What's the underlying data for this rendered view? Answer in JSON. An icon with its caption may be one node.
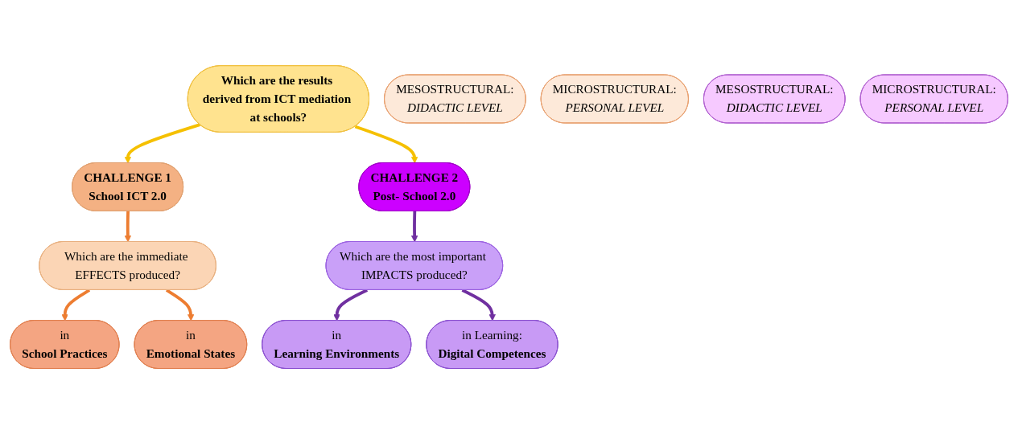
{
  "diagram": {
    "nodes": [
      {
        "text": [
          "Which are the results derived from ICT mediation at schools?"
        ]
      },
      {
        "text": [
          "CHALLENGE 1",
          "School ICT 2.0"
        ]
      },
      {
        "text": [
          "CHALLENGE 2",
          "Post- School 2.0"
        ]
      },
      {
        "text": [
          "Which are the immediate EFFECTS produced?"
        ]
      },
      {
        "text": [
          "Which are the most important IMPACTS produced?"
        ]
      },
      {
        "text": [
          "MESOSTRUCTURAL:",
          "DIDACTIC LEVEL"
        ]
      },
      {
        "text": [
          "MICROSTRUCTURAL:",
          "PERSONAL LEVEL"
        ]
      },
      {
        "text": [
          "MESOSTRUCTURAL:",
          "DIDACTIC LEVEL"
        ]
      },
      {
        "text": [
          "MICROSTRUCTURAL:",
          "PERSONAL LEVEL"
        ]
      },
      {
        "text": [
          "in",
          "School Practices"
        ]
      },
      {
        "text": [
          "in",
          "Emotional States"
        ]
      },
      {
        "text": [
          "in",
          "Learning Environments"
        ]
      },
      {
        "text": [
          "in Learning:",
          "Digital Competences"
        ]
      }
    ],
    "edges": [
      {
        "from": 0,
        "to": 1,
        "arrow": "to",
        "color": "#f5c000"
      },
      {
        "from": 0,
        "to": 2,
        "arrow": "to",
        "color": "#f5c000"
      },
      {
        "from": 1,
        "to": 3,
        "arrow": "to",
        "color": "#ed7d31"
      },
      {
        "from": 2,
        "to": 4,
        "arrow": "to",
        "color": "#7030a0"
      },
      {
        "from": 3,
        "to": 9,
        "arrow": "to",
        "color": "#ed7d31"
      },
      {
        "from": 3,
        "to": 10,
        "arrow": "to",
        "color": "#ed7d31"
      },
      {
        "from": 4,
        "to": 11,
        "arrow": "to",
        "color": "#7030a0"
      },
      {
        "from": 4,
        "to": 12,
        "arrow": "to",
        "color": "#7030a0"
      }
    ]
  }
}
